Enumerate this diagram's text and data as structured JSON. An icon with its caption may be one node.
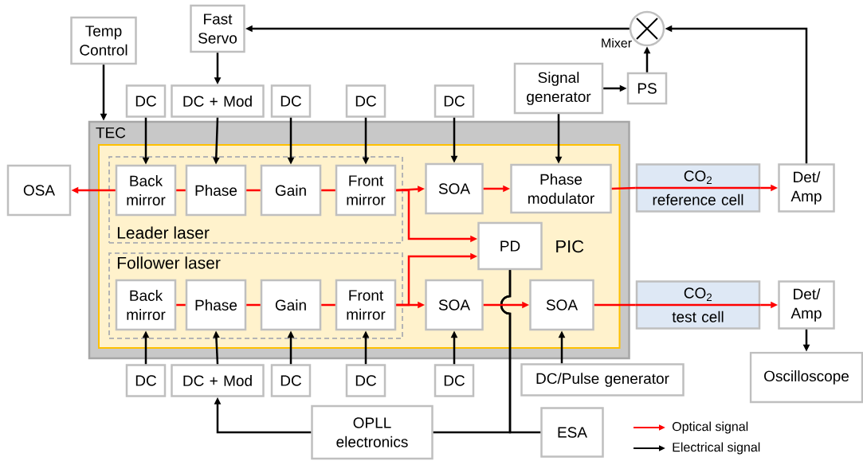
{
  "diagram": {
    "nodes": [
      {
        "text": [
          "TEC"
        ]
      },
      {
        "text": [
          "PIC"
        ],
        "in": 0
      },
      {
        "text": [
          "Leader laser"
        ],
        "in": 1
      },
      {
        "text": [
          "Follower laser"
        ],
        "in": 1
      },
      {
        "text": [
          "Back mirror"
        ],
        "in": 2
      },
      {
        "text": [
          "Phase"
        ],
        "in": 2
      },
      {
        "text": [
          "Gain"
        ],
        "in": 2
      },
      {
        "text": [
          "Front mirror"
        ],
        "in": 2
      },
      {
        "text": [
          "SOA"
        ],
        "in": 1
      },
      {
        "text": [
          "Phase modulator"
        ],
        "in": 1
      },
      {
        "text": [
          "PD"
        ],
        "in": 1
      },
      {
        "text": [
          "Back mirror"
        ],
        "in": 3
      },
      {
        "text": [
          "Phase"
        ],
        "in": 3
      },
      {
        "text": [
          "Gain"
        ],
        "in": 3
      },
      {
        "text": [
          "Front mirror"
        ],
        "in": 3
      },
      {
        "text": [
          "SOA"
        ],
        "in": 1
      },
      {
        "text": [
          "SOA"
        ],
        "in": 1
      },
      {
        "text": [
          "OSA"
        ]
      },
      {
        "text": [
          "Temp Control"
        ]
      },
      {
        "text": [
          "Fast Servo"
        ]
      },
      {
        "text": [
          "DC"
        ]
      },
      {
        "text": [
          "DC + Mod"
        ]
      },
      {
        "text": [
          "DC"
        ]
      },
      {
        "text": [
          "DC"
        ]
      },
      {
        "text": [
          "DC"
        ]
      },
      {
        "text": [
          "Signal generator"
        ]
      },
      {
        "text": [
          "PS"
        ]
      },
      {
        "text": [],
        "shape": "circle",
        "beside": [
          "Mixer"
        ]
      },
      {
        "text": [
          "CO$_{2}$ reference cell"
        ]
      },
      {
        "text": [
          "Det/ Amp"
        ]
      },
      {
        "text": [
          "CO$_{2}$ test cell"
        ]
      },
      {
        "text": [
          "Det/ Amp"
        ]
      },
      {
        "text": [
          "Oscilloscope"
        ]
      },
      {
        "text": [
          "DC"
        ]
      },
      {
        "text": [
          "DC + Mod"
        ]
      },
      {
        "text": [
          "DC"
        ]
      },
      {
        "text": [
          "DC"
        ]
      },
      {
        "text": [
          "DC"
        ]
      },
      {
        "text": [
          "DC/Pulse generator"
        ]
      },
      {
        "text": [
          "OPLL electronics"
        ]
      },
      {
        "text": [
          "ESA"
        ]
      }
    ],
    "edges": [
      {
        "from": 18,
        "to": 0,
        "arrow": "to"
      },
      {
        "from": 19,
        "to": 21,
        "arrow": "to"
      },
      {
        "from": 20,
        "to": 4,
        "arrow": "to"
      },
      {
        "from": 21,
        "to": 5,
        "arrow": "to"
      },
      {
        "from": 22,
        "to": 6,
        "arrow": "to"
      },
      {
        "from": 23,
        "to": 7,
        "arrow": "to"
      },
      {
        "from": 24,
        "to": 8,
        "arrow": "to"
      },
      {
        "from": 25,
        "to": 9,
        "arrow": "to"
      },
      {
        "from": 25,
        "to": 26,
        "arrow": "to"
      },
      {
        "from": 26,
        "to": 27,
        "arrow": "to"
      },
      {
        "from": 27,
        "to": 19,
        "arrow": "to"
      },
      {
        "from": 29,
        "to": 27,
        "arrow": "to"
      },
      {
        "from": 31,
        "to": 32,
        "arrow": "to"
      },
      {
        "from": 33,
        "to": 11,
        "arrow": "to"
      },
      {
        "from": 34,
        "to": 12,
        "arrow": "to"
      },
      {
        "from": 35,
        "to": 13,
        "arrow": "to"
      },
      {
        "from": 36,
        "to": 14,
        "arrow": "to"
      },
      {
        "from": 37,
        "to": 15,
        "arrow": "to"
      },
      {
        "from": 38,
        "to": 16,
        "arrow": "to"
      },
      {
        "from": 10,
        "to": 39,
        "arrow": "none"
      },
      {
        "from": 10,
        "to": 40,
        "arrow": "none"
      },
      {
        "from": 39,
        "to": 34,
        "arrow": "to"
      },
      {
        "from": 4,
        "to": 17,
        "arrow": "to",
        "color": "#ff0000"
      },
      {
        "from": 4,
        "to": 5,
        "arrow": "none",
        "color": "#ff0000"
      },
      {
        "from": 5,
        "to": 6,
        "arrow": "none",
        "color": "#ff0000"
      },
      {
        "from": 6,
        "to": 7,
        "arrow": "none",
        "color": "#ff0000"
      },
      {
        "from": 7,
        "to": 8,
        "arrow": "to",
        "color": "#ff0000"
      },
      {
        "from": 7,
        "to": 10,
        "arrow": "to",
        "color": "#ff0000"
      },
      {
        "from": 8,
        "to": 9,
        "arrow": "to",
        "color": "#ff0000"
      },
      {
        "from": 9,
        "to": 28,
        "arrow": "none",
        "color": "#ff0000"
      },
      {
        "from": 28,
        "to": 29,
        "arrow": "to",
        "color": "#ff0000"
      },
      {
        "from": 11,
        "to": 12,
        "arrow": "none",
        "color": "#ff0000"
      },
      {
        "from": 12,
        "to": 13,
        "arrow": "none",
        "color": "#ff0000"
      },
      {
        "from": 13,
        "to": 14,
        "arrow": "none",
        "color": "#ff0000"
      },
      {
        "from": 14,
        "to": 15,
        "arrow": "to",
        "color": "#ff0000"
      },
      {
        "from": 14,
        "to": 10,
        "arrow": "to",
        "color": "#ff0000"
      },
      {
        "from": 15,
        "to": 16,
        "arrow": "to",
        "color": "#ff0000"
      },
      {
        "from": 16,
        "to": 30,
        "arrow": "none",
        "color": "#ff0000"
      },
      {
        "from": 30,
        "to": 31,
        "arrow": "to",
        "color": "#ff0000"
      }
    ],
    "legend": [
      {
        "text": "Optical signal"
      },
      {
        "text": "Electrical signal"
      }
    ]
  }
}
